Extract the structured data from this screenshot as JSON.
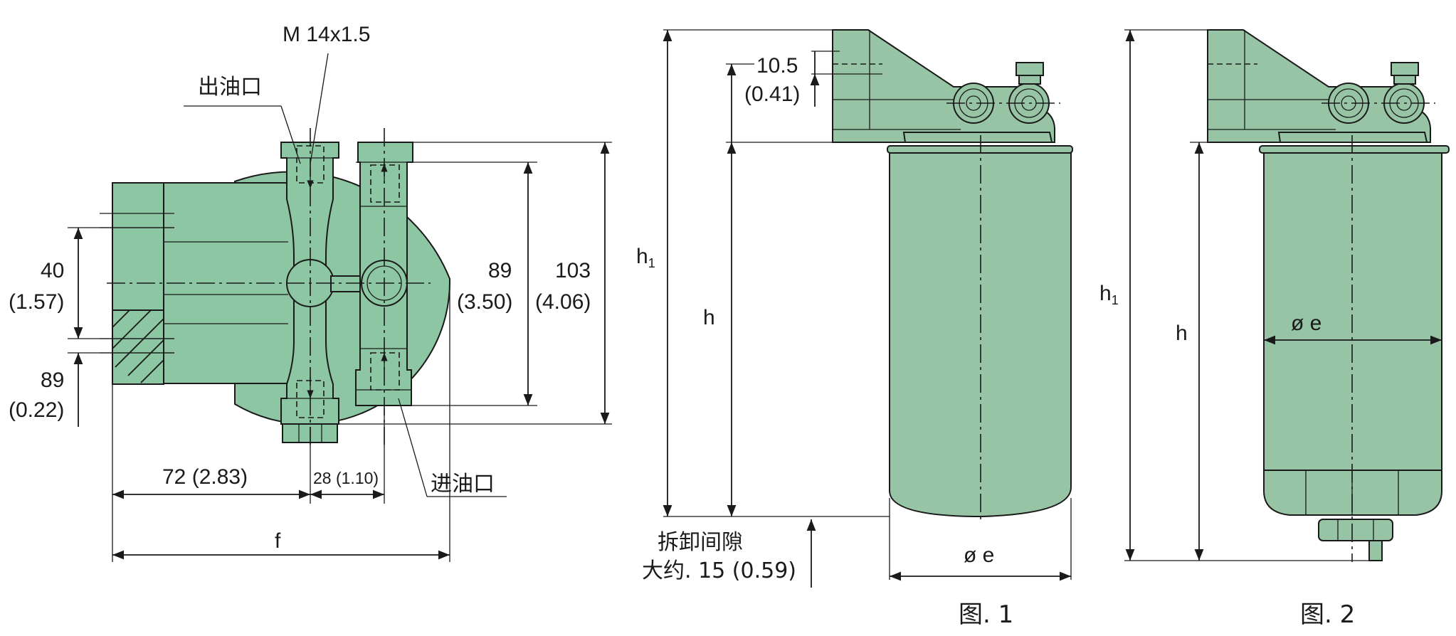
{
  "top_view": {
    "thread_label": "M 14x1.5",
    "outlet_label": "出油口",
    "inlet_label": "进油口",
    "dim_40": "40",
    "dim_40_in": "(1.57)",
    "dim_89_left": "89",
    "dim_89_left_in": "(0.22)",
    "dim_89_right": "89",
    "dim_89_right_in": "(3.50)",
    "dim_103": "103",
    "dim_103_in": "(4.06)",
    "dim_72": "72 (2.83)",
    "dim_28": "28 (1.10)",
    "dim_f": "f"
  },
  "figure1": {
    "dim_10_5": "10.5",
    "dim_10_5_in": "(0.41)",
    "h1_main": "h",
    "h1_sub": "1",
    "h_label": "h",
    "removal_line1": "拆卸间隙",
    "removal_line2": "大约. 15 (0.59)",
    "diameter_label": "ø e",
    "caption": "图. 1"
  },
  "figure2": {
    "h1_main": "h",
    "h1_sub": "1",
    "h_label": "h",
    "diameter_label": "ø e",
    "caption": "图. 2"
  },
  "colors": {
    "body": "#8cc6a2",
    "line": "#1a1a1a",
    "background": "#ffffff"
  }
}
